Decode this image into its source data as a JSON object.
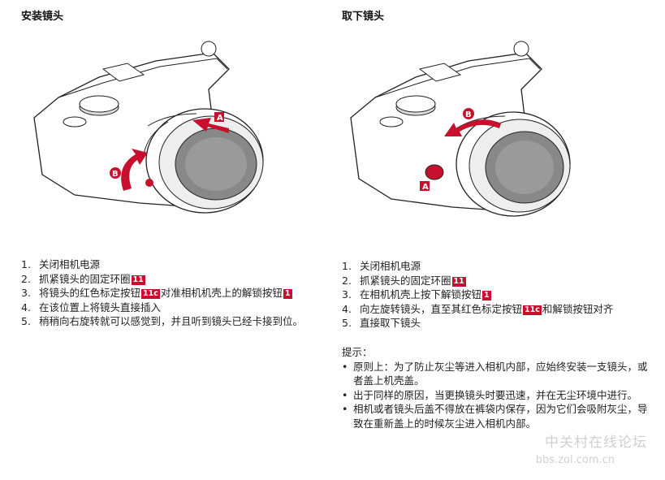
{
  "left": {
    "title": "安装镜头",
    "steps": [
      {
        "num": "1.",
        "text": "关闭相机电源"
      },
      {
        "num": "2.",
        "pre": "抓紧镜头的固定环圈",
        "badge": "11"
      },
      {
        "num": "3.",
        "pre": "将镜头的红色标定按钮",
        "badge": "11c",
        "mid": "对准相机机壳上的解锁按钮",
        "badge2": "1"
      },
      {
        "num": "4.",
        "text": "在该位置上将镜头直接插入"
      },
      {
        "num": "5.",
        "text": "稍稍向右旋转就可以感觉到，并且听到镜头已经卡接到位。"
      }
    ],
    "figure": {
      "label_a": "A",
      "label_b": "B"
    }
  },
  "right": {
    "title": "取下镜头",
    "steps": [
      {
        "num": "1.",
        "text": "关闭相机电源"
      },
      {
        "num": "2.",
        "pre": "抓紧镜头的固定环圈",
        "badge": "11"
      },
      {
        "num": "3.",
        "pre": "在相机机壳上按下解锁按钮",
        "badge": "1"
      },
      {
        "num": "4.",
        "pre": "向左旋转镜头，直至其红色标定按钮",
        "badge": "11c",
        "mid": "和解锁按钮对齐"
      },
      {
        "num": "5.",
        "text": "直接取下镜头"
      }
    ],
    "figure": {
      "label_a": "A",
      "label_b": "B"
    }
  },
  "tips": {
    "title": "提示：",
    "bullet": "•",
    "items": [
      "原则上：为了防止灰尘等进入相机内部，应始终安装一支镜头，或者盖上机壳盖。",
      "出于同样的原因，当更换镜头时要迅速，并在无尘环境中进行。",
      "相机或者镜头后盖不得放在裤袋内保存，因为它们会吸附灰尘，导致在重新盖上的时候灰尘进入相机内部。"
    ]
  },
  "watermark": {
    "line1": "中关村在线论坛",
    "line2": "bbs.zol.com.cn"
  },
  "colors": {
    "accent": "#c8102e",
    "text": "#222222"
  }
}
